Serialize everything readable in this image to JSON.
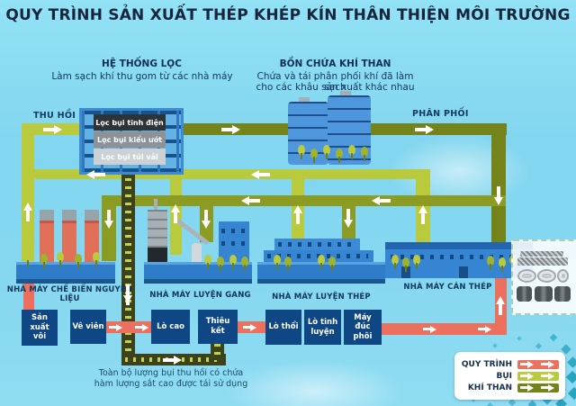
{
  "title": "QUY TRÌNH SẢN XUẤT THÉP KHÉP KÍN THÂN THIỆN MÔI TRƯỜNG",
  "filter_system": {
    "heading": "HỆ THỐNG LỌC",
    "subtitle": "Làm sạch khí thu gom từ các nhà máy",
    "units": [
      {
        "label": "Lọc bụi tĩnh điện"
      },
      {
        "label": "Lọc bụi kiểu ướt"
      },
      {
        "label": "Lọc bụi túi vải"
      }
    ]
  },
  "gas_tank": {
    "heading": "BỒN CHỨA KHÍ THAN",
    "subtitle_line1": "Chứa và tái phân phối khí đã làm sạch",
    "subtitle_line2": "cho các khâu sản xuất khác nhau"
  },
  "flow_labels": {
    "recovery": "THU HỒI",
    "distribution": "PHÂN PHỐI"
  },
  "factories": [
    {
      "name": "NHÀ MÁY CHẾ BIẾN NGUYÊN LIỆU"
    },
    {
      "name": "NHÀ MÁY LUYỆN GANG"
    },
    {
      "name": "NHÀ MÁY LUYỆN THÉP"
    },
    {
      "name": "NHÀ MÁY CÁN THÉP"
    }
  ],
  "process_steps": [
    {
      "label": "Sản xuất vôi"
    },
    {
      "label": "Vê viên"
    },
    {
      "label": "Lò cao"
    },
    {
      "label": "Thiêu kết"
    },
    {
      "label": "Lò thổi"
    },
    {
      "label": "Lò tinh luyện"
    },
    {
      "label": "Máy đúc phôi"
    }
  ],
  "note": {
    "line1": "Toàn bộ lượng bụi thu hồi có chứa",
    "line2": "hàm lượng sắt cao được tái sử dụng"
  },
  "legend": {
    "items": [
      {
        "label": "QUY TRÌNH",
        "color": "#ed6f5d"
      },
      {
        "label": "BỤI",
        "color": "#b9ca3c"
      },
      {
        "label": "KHÍ THAN",
        "color": "#75841a"
      }
    ]
  },
  "colors": {
    "background": "#84d7f0",
    "process_flow": "#ed6f5d",
    "dust_flow": "#b9ca3c",
    "gas_flow": "#75841a",
    "box_navy": "#0e4784",
    "factory_blue": "#3585d2"
  }
}
